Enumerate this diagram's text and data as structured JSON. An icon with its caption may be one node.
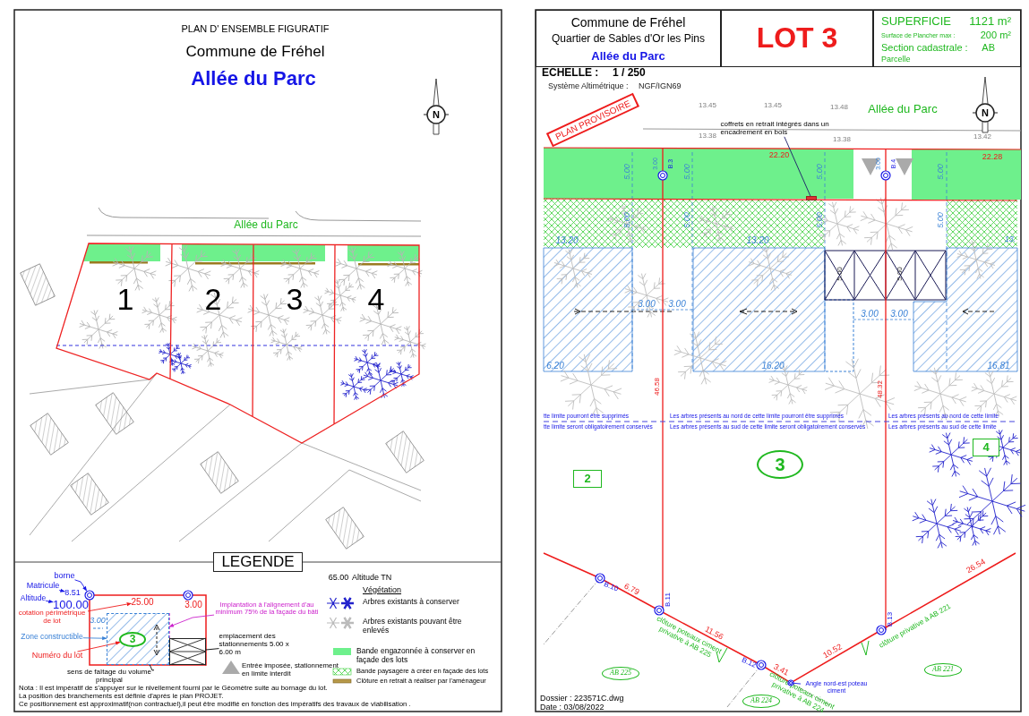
{
  "diagram": {
    "nodes": [
      {
        "text": [
          "LEGENDE"
        ]
      },
      {
        "text": [
          "borne"
        ]
      },
      {
        "text": [
          "Matricule"
        ]
      },
      {
        "text": [
          "8.51"
        ]
      },
      {
        "text": [
          "Altitude"
        ]
      },
      {
        "text": [
          "100.00"
        ]
      },
      {
        "text": [],
        "shape": "circle"
      },
      {
        "text": [
          "cotation périmétrique de lot"
        ]
      },
      {
        "text": [
          "25.00"
        ]
      },
      {
        "text": [
          "Zone constructible"
        ]
      },
      {
        "text": [],
        "shape": "box"
      },
      {
        "text": [
          "3"
        ],
        "in": 10
      },
      {
        "text": [
          "Numéro du lot"
        ]
      },
      {
        "text": [
          "Implantation à l'alignement d'au minimum 75% de la façade du bâti"
        ]
      },
      {
        "text": [],
        "shape": "box"
      },
      {
        "text": [
          "emplacement des stationnements 5.00 x 6.00 m"
        ]
      },
      {
        "text": [
          "sens de faîtage du volume principal"
        ]
      },
      {
        "text": [
          "Commune de Fréhel",
          "Quartier de Sables d'Or les Pins",
          "Allée du Parc"
        ]
      },
      {
        "text": [
          "LOT 3"
        ]
      },
      {
        "text": [
          "SUPERFICIE",
          "1121 m²",
          "Surface de Plancher max :",
          "200 m²",
          "Section cadastrale :",
          "AB",
          "Parcelle"
        ]
      },
      {
        "text": [
          "PLAN PROVISOIRE"
        ]
      },
      {
        "text": [
          "coffrets en retrait intégrés dans un encadrement en bois"
        ]
      },
      {
        "text": [],
        "shape": "box"
      },
      {
        "text": [
          "2"
        ]
      },
      {
        "text": [
          "3"
        ]
      },
      {
        "text": [
          "4"
        ]
      },
      {
        "text": [
          "AB 225"
        ]
      },
      {
        "text": [
          "AB 224"
        ]
      },
      {
        "text": [
          "AB 221"
        ]
      },
      {
        "text": [
          "Angle nord-est poteau ciment"
        ]
      },
      {
        "text": [],
        "shape": "circle"
      }
    ],
    "edges": [
      {
        "from": 1,
        "to": 6,
        "arrow": "to"
      },
      {
        "from": 2,
        "to": 3,
        "arrow": "to"
      },
      {
        "from": 4,
        "to": 5,
        "arrow": "to"
      },
      {
        "from": 7,
        "to": 8,
        "arrow": "to",
        "color": "#ee1c1c"
      },
      {
        "from": 9,
        "to": 10,
        "arrow": "to",
        "color": "#3b82d6"
      },
      {
        "from": 12,
        "to": 11,
        "arrow": "to",
        "color": "#ee1c1c"
      },
      {
        "from": 13,
        "to": 10,
        "arrow": "to",
        "color": "#cc22cc"
      },
      {
        "from": 15,
        "to": 14,
        "arrow": "none",
        "color": "#000000"
      },
      {
        "from": 16,
        "to": 10,
        "arrow": "none",
        "color": "#000000"
      },
      {
        "from": 21,
        "to": 22,
        "arrow": "none",
        "color": "#1a1a66"
      },
      {
        "from": 29,
        "to": 30,
        "arrow": "none"
      }
    ],
    "labels": [
      "PLAN D' ENSEMBLE FIGURATIF",
      "Commune de Fréhel",
      "Allée du Parc",
      "N",
      "Allée du Parc",
      "1",
      "2",
      "3",
      "4",
      "3.00",
      "3.00",
      "65.00",
      "Altitude TN",
      "Végétation",
      "Nota : Il est impératif de s'appuyer sur le nivellement fourni par le Géomètre suite au bornage du lot.",
      "La position des branchements est définie d'après le plan PROJET.",
      "Ce positionnement est approximatif(non contractuel),il peut être modifié en fonction des impératifs des travaux de viabilisation .",
      "ECHELLE :",
      "1 / 250",
      "Système Altimétrique :",
      "NGF/IGN69",
      "13.45",
      "13.45",
      "13.48",
      "13.38",
      "13.38",
      "13.42",
      "Allée du Parc",
      "N",
      "22.20",
      "22.28",
      "3.00",
      "B.3",
      "3.00",
      "B.4",
      "5.00",
      "5.00",
      "5.00",
      "5.00",
      "5.00",
      "5.00",
      "5.00",
      "5.00",
      "13.20",
      "13.20",
      "13.",
      "3.00",
      "3.00",
      "3.00",
      "3.00",
      "6.20",
      "16.20",
      "16.81",
      "5.00",
      "5.00",
      "46.58",
      "48.32",
      "tte limite pourront être supprimés",
      "Les arbres présents au nord de cette limite pourront être supprimés",
      "Les arbres présents au nord de cette limite",
      "tte limite seront obligatoirement conservés",
      "Les arbres présents au sud de cette limite seront obligatoirement conservés",
      "Les arbres présents au sud de cette limite",
      "B.10",
      "6.79",
      "B.11",
      "11.56",
      "B.12",
      "3.41",
      "10.52",
      "B.13",
      "26.54",
      "clôture poteaux ciment privative à AB 225",
      "clôture poteaux ciment privative à AB 224",
      "clôture privative à AB 221",
      "Dossier : 223571C.dwg",
      "Date : 03/08/2022"
    ],
    "legend": [
      {
        "text": "Arbres existants à conserver"
      },
      {
        "text": "Arbres existants pouvant être enlevés"
      },
      {
        "text": "Entrée imposée, stationnement en limite interdit"
      },
      {
        "text": "Bande engazonnée à conserver en façade des lots",
        "color": "#6ef08c"
      },
      {
        "text": "Bande paysagère à créer en façade des lots"
      },
      {
        "text": "Clôture en retrait à réaliser par l'aménageur"
      }
    ]
  }
}
